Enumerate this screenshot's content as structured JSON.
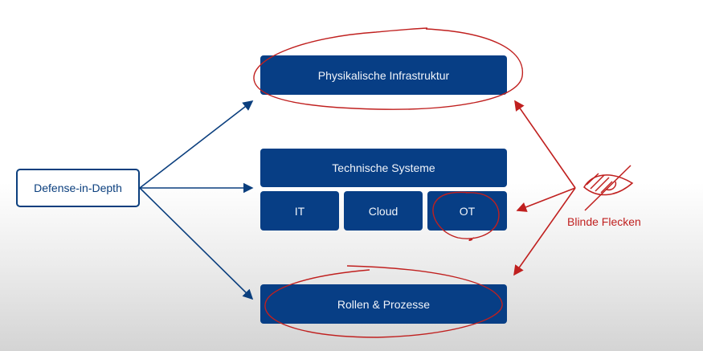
{
  "diagram": {
    "source": {
      "label": "Defense-in-Depth"
    },
    "layers": {
      "physical": {
        "label": "Physikalische Infrastruktur"
      },
      "technical": {
        "label": "Technische Systeme",
        "sub": [
          {
            "label": "IT"
          },
          {
            "label": "Cloud"
          },
          {
            "label": "OT"
          }
        ]
      },
      "roles": {
        "label": "Rollen & Prozesse"
      }
    },
    "blind_spots": {
      "label": "Blinde Flecken",
      "icon": "eye-slash-icon"
    },
    "colors": {
      "primary": "#073e85",
      "accent": "#c0201f",
      "outline": "#0b3f7e"
    }
  }
}
